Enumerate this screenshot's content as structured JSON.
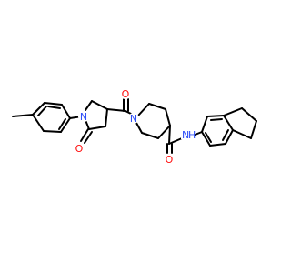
{
  "atoms": {
    "n_pyrrolidine": "N",
    "o_lactam": "O",
    "o_amide_ketone": "O",
    "n_piperidine": "N",
    "o_carboxamide": "O",
    "nh_amide": "N",
    "h_amide": "H"
  },
  "colors": {
    "bond": "#000000",
    "nitrogen": "#3050F8",
    "oxygen": "#FF0D0D",
    "background": "#ffffff"
  }
}
